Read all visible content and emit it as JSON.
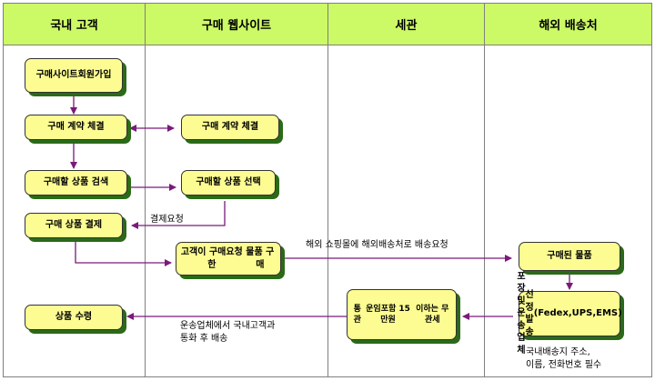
{
  "lanes": {
    "customer": "국내 고객",
    "website": "구매 웹사이트",
    "customs": "세관",
    "forwarder": "해외 배송처"
  },
  "boxes": {
    "signup": [
      "구매사이트",
      "회원가입"
    ],
    "contract": [
      "구매 계약 체결"
    ],
    "contract_site": [
      "구매 계약 체결"
    ],
    "search": [
      "구매할 상품 검색"
    ],
    "select": [
      "구매할 상품 선택"
    ],
    "payment": [
      "구매 상품 결제"
    ],
    "purchase": [
      "고객이 구매요청한",
      "물품 구매"
    ],
    "bought": [
      "구매된 물품"
    ],
    "pack": [
      "포장 및 운송업체",
      "선정 발송",
      "(Fedex,UPS,EMS)"
    ],
    "clearance": [
      "통관",
      "운임포함 15만원",
      "이하는 무관세"
    ],
    "receive": [
      "상품 수령"
    ]
  },
  "notes": {
    "pay_request": "결제요청",
    "ship_request": "해외 쇼핑몰에 해외배송처로 배송요청",
    "delivery": [
      "운송업체에서 국내고객과",
      "통화 후 배송"
    ],
    "address": [
      "국내배송지 주소,",
      "이름, 전화번호 필수"
    ]
  },
  "colors": {
    "header_fill": "#ccf966",
    "box_fill": "#fcfc92",
    "box_shadow": "#2a6a18",
    "arrow": "#7a1a7a"
  }
}
